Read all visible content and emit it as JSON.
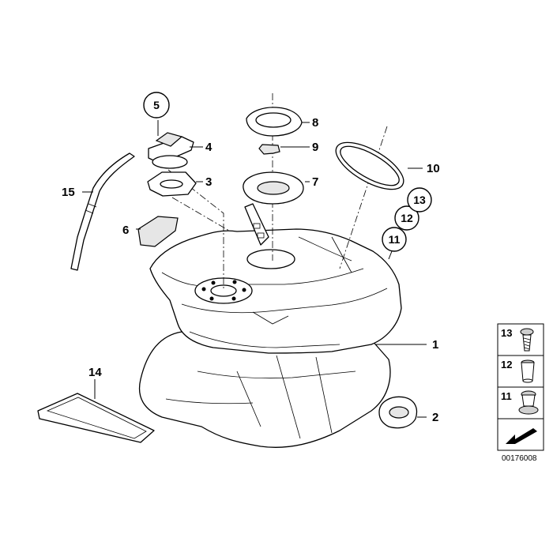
{
  "diagram": {
    "callouts": {
      "c1": "1",
      "c2": "2",
      "c3": "3",
      "c4": "4",
      "c5": "5",
      "c6": "6",
      "c7": "7",
      "c8": "8",
      "c9": "9",
      "c10": "10",
      "c11": "11",
      "c12": "12",
      "c13": "13",
      "c14": "14",
      "c15": "15"
    },
    "legend": {
      "l13": "13",
      "l12": "12",
      "l11": "11"
    },
    "doc_number": "00176008"
  }
}
